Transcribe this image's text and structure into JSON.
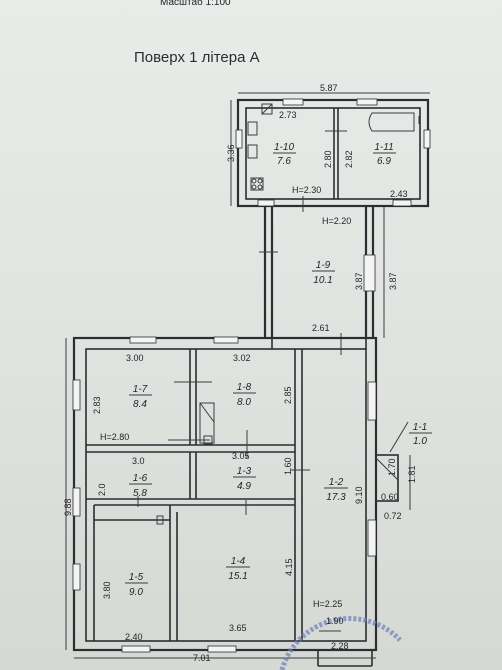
{
  "header": {
    "scale": "Масштаб 1:100",
    "title": "Поверх 1 літера А"
  },
  "rooms": [
    {
      "id": "1-10",
      "area": "7.6"
    },
    {
      "id": "1-11",
      "area": "6.9"
    },
    {
      "id": "1-9",
      "area": "10.1"
    },
    {
      "id": "1-7",
      "area": "8.4"
    },
    {
      "id": "1-8",
      "area": "8.0"
    },
    {
      "id": "1-6",
      "area": "5.8"
    },
    {
      "id": "1-3",
      "area": "4.9"
    },
    {
      "id": "1-5",
      "area": "9.0"
    },
    {
      "id": "1-4",
      "area": "15.1"
    },
    {
      "id": "1-2",
      "area": "17.3"
    },
    {
      "id": "1-1",
      "area": "1.0"
    }
  ],
  "dimensions": {
    "top_width": "5.87",
    "r110_width": "2.73",
    "annex_height": "3.36",
    "r110_height": "2.80",
    "r111_height": "2.82",
    "r111_width": "2.43",
    "annex_ceiling": "H=2.30",
    "corridor_ceiling": "H=2.20",
    "corridor_inner": "3.87",
    "corridor_outer": "3.87",
    "corridor_width": "2.61",
    "r17_width": "3.00",
    "r18_width": "3.02",
    "r17_height": "2.83",
    "r18_height": "2.85",
    "main_ceiling": "H=2.80",
    "r13_width": "3.05",
    "r16_width": "3.0",
    "r16_height": "2.0",
    "r13_height": "1.60",
    "main_height": "9.88",
    "r12_height": "9.10",
    "porch_height": "1.70",
    "porch_outer": "1.81",
    "porch_width": "0.60",
    "porch_offset": "0.72",
    "r15_height": "3.80",
    "r14_height": "4.15",
    "r12_ceiling": "H=2.25",
    "r12_bottom": "1.90",
    "r15_width": "2.40",
    "r14_width": "3.65",
    "total_width": "7.01",
    "bottom_right": "2.28"
  },
  "colors": {
    "paper": "#e4e6e3",
    "line": "#2b2e33",
    "stamp": "#6d7fb5"
  }
}
